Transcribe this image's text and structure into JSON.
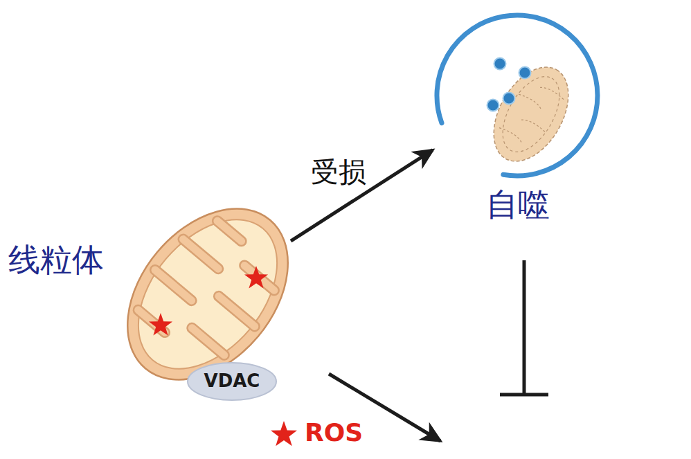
{
  "diagram": {
    "nodes": [
      {
        "text": [
          "线粒体"
        ]
      },
      {
        "text": [
          "VDAC"
        ],
        "in": 0
      },
      {
        "text": [
          "自噬"
        ]
      }
    ],
    "edges": [
      {
        "from": 0,
        "to": 2,
        "arrow": "to",
        "label": "受损"
      }
    ],
    "labels": [
      "ROS"
    ]
  }
}
